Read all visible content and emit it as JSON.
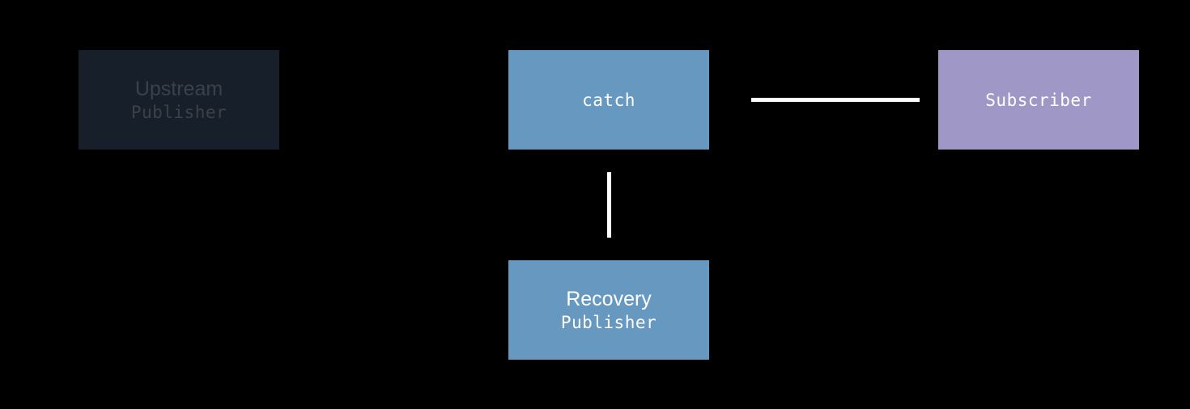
{
  "nodes": {
    "upstream": {
      "title": "Upstream",
      "subtitle": "Publisher",
      "state": "dimmed"
    },
    "catch": {
      "label": "catch"
    },
    "subscriber": {
      "label": "Subscriber"
    },
    "recovery": {
      "title": "Recovery",
      "subtitle": "Publisher"
    }
  },
  "colors": {
    "background": "#000000",
    "upstream_fill": "#17202a",
    "upstream_text": "#3b4148",
    "operator_fill": "#6799c0",
    "subscriber_fill": "#9f98c7",
    "connector": "#ffffff"
  },
  "edges": [
    {
      "from": "catch",
      "to": "subscriber"
    },
    {
      "from": "catch",
      "to": "recovery"
    }
  ]
}
